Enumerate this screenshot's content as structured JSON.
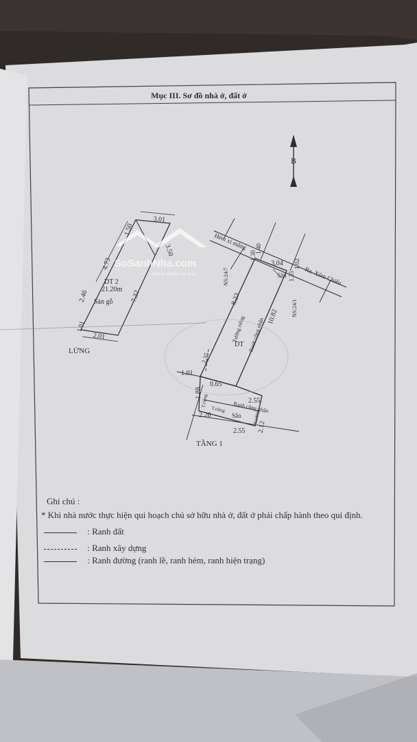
{
  "section_title": "Mục III. Sơ đồ nhà ở, đất ở",
  "north_arrow": {
    "letter": "B",
    "icon": "north-arrow-icon"
  },
  "watermark": {
    "brand": "SoSanhNha.com",
    "tagline": "Great choice for you"
  },
  "mezzanine": {
    "title": "LỬNG",
    "area_label": "DT  2",
    "area_value": "21.20m",
    "floor_label": "Sàn gỗ",
    "dims": {
      "top": "3.01",
      "left_upper": "1.50",
      "right_upper": "3.50",
      "left_mid": "4.73",
      "center": "7.32",
      "left_lower": "2.46",
      "bottom_small": "1.01",
      "bottom": "2.01"
    }
  },
  "ground_floor": {
    "title": "TẦNG 1",
    "area_label": "DT",
    "street_alley": "Hẻm xi măng",
    "street_main": "Ra. Xóm Chiếu",
    "address_left": "NS:24/7",
    "address_right": "NS:24/1",
    "yard_top": "Sân",
    "yard_bottom": "Sân",
    "wall_shared": "Tường riêng",
    "wall_common": "Ranh công nhận",
    "wall_common_bottom": "Ranh công nhận",
    "wall_private_a": "T.riêng",
    "wall_private_b": "T.riêng",
    "wall_private_c": "T.riêng",
    "dims": {
      "top_left": "1.30",
      "top_mid": "1.40",
      "top_right_a": "1.35",
      "top_right_b": "1.02",
      "width_top": "3.04",
      "left_long": "8.23",
      "right_long": "10.82",
      "left_short": "2.35",
      "jog": "0.65",
      "left_edge": "1.01",
      "left_bottom": "1.88",
      "mid_width": "2.55",
      "bottom_left": "2.26",
      "bottom_width": "2.55",
      "bottom_right": "2.12"
    }
  },
  "notes": {
    "heading": "Ghi chú :",
    "rule": "* Khi nhà nước thực hiện qui hoạch chủ sở hữu nhà ở, đất ở phải chấp hành theo qui định.",
    "legend": [
      {
        "style": "solid",
        "label": ": Ranh đất"
      },
      {
        "style": "dashed",
        "label": ": Ranh xây dựng"
      },
      {
        "style": "solid",
        "label": ": Ranh đường (ranh lề, ranh hẻm, ranh hiện trạng)"
      }
    ]
  }
}
